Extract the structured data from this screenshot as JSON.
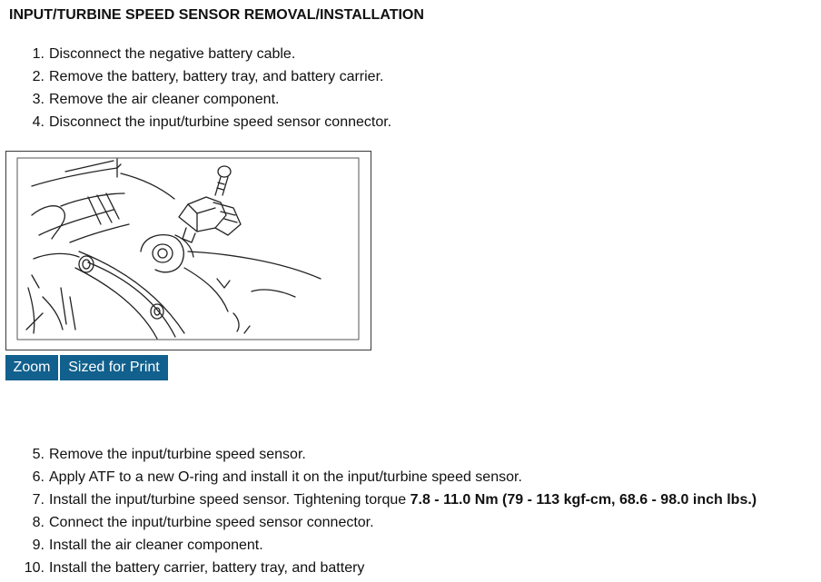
{
  "title": "INPUT/TURBINE SPEED SENSOR REMOVAL/INSTALLATION",
  "steps_part1": [
    {
      "num": "1.",
      "text": "Disconnect the negative battery cable."
    },
    {
      "num": "2.",
      "text": "Remove the battery, battery tray, and battery carrier."
    },
    {
      "num": "3.",
      "text": "Remove the air cleaner component."
    },
    {
      "num": "4.",
      "text": "Disconnect the input/turbine speed sensor connector."
    }
  ],
  "figure": {
    "buttons": {
      "zoom": "Zoom",
      "print": "Sized for Print"
    }
  },
  "steps_part2": [
    {
      "num": "5.",
      "text": "Remove the input/turbine speed sensor."
    },
    {
      "num": "6.",
      "text": "Apply ATF to a new O-ring and install it on the input/turbine speed sensor."
    },
    {
      "num": "7.",
      "text": "Install the input/turbine speed sensor. Tightening torque ",
      "bold": "7.8 - 11.0 Nm (79 - 113 kgf-cm, 68.6 - 98.0 inch lbs.)"
    },
    {
      "num": "8.",
      "text": "Connect the input/turbine speed sensor connector."
    },
    {
      "num": "9.",
      "text": "Install the air cleaner component."
    },
    {
      "num": "10.",
      "text": "Install the battery carrier, battery tray, and battery"
    }
  ]
}
